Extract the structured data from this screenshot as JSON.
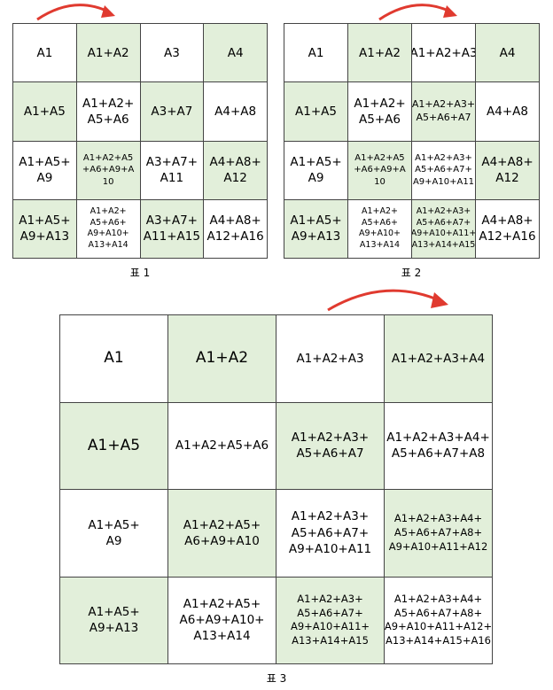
{
  "colors": {
    "accent": "#e03a2f",
    "highlight": "#e2efda",
    "plain": "#ffffff"
  },
  "tables": [
    {
      "caption": "표 1",
      "cells": [
        [
          "A1",
          "A1+A2",
          "A3",
          "A4"
        ],
        [
          "A1+A5",
          "A1+A2+\nA5+A6",
          "A3+A7",
          "A4+A8"
        ],
        [
          "A1+A5+\nA9",
          "A1+A2+A5\n+A6+A9+A\n10",
          "A3+A7+\nA11",
          "A4+A8+\nA12"
        ],
        [
          "A1+A5+\nA9+A13",
          "A1+A2+\nA5+A6+\nA9+A10+\nA13+A14",
          "A3+A7+\nA11+A15",
          "A4+A8+\nA12+A16"
        ]
      ],
      "green": [
        [
          false,
          true,
          false,
          true
        ],
        [
          true,
          false,
          true,
          false
        ],
        [
          false,
          true,
          false,
          true
        ],
        [
          true,
          false,
          true,
          false
        ]
      ]
    },
    {
      "caption": "표 2",
      "cells": [
        [
          "A1",
          "A1+A2",
          "A1+A2+A3",
          "A4"
        ],
        [
          "A1+A5",
          "A1+A2+\nA5+A6",
          "A1+A2+A3+\nA5+A6+A7",
          "A4+A8"
        ],
        [
          "A1+A5+\nA9",
          "A1+A2+A5\n+A6+A9+A\n10",
          "A1+A2+A3+\nA5+A6+A7+\nA9+A10+A11",
          "A4+A8+\nA12"
        ],
        [
          "A1+A5+\nA9+A13",
          "A1+A2+\nA5+A6+\nA9+A10+\nA13+A14",
          "A1+A2+A3+\nA5+A6+A7+\nA9+A10+A11+\nA13+A14+A15",
          "A4+A8+\nA12+A16"
        ]
      ],
      "green": [
        [
          false,
          true,
          false,
          true
        ],
        [
          true,
          false,
          true,
          false
        ],
        [
          false,
          true,
          false,
          true
        ],
        [
          true,
          false,
          true,
          false
        ]
      ]
    },
    {
      "caption": "표 3",
      "cells": [
        [
          "A1",
          "A1+A2",
          "A1+A2+A3",
          "A1+A2+A3+A4"
        ],
        [
          "A1+A5",
          "A1+A2+A5+A6",
          "A1+A2+A3+\nA5+A6+A7",
          "A1+A2+A3+A4+\nA5+A6+A7+A8"
        ],
        [
          "A1+A5+\nA9",
          "A1+A2+A5+\nA6+A9+A10",
          "A1+A2+A3+\nA5+A6+A7+\nA9+A10+A11",
          "A1+A2+A3+A4+\nA5+A6+A7+A8+\nA9+A10+A11+A12"
        ],
        [
          "A1+A5+\nA9+A13",
          "A1+A2+A5+\nA6+A9+A10+\nA13+A14",
          "A1+A2+A3+\nA5+A6+A7+\nA9+A10+A11+\nA13+A14+A15",
          "A1+A2+A3+A4+\nA5+A6+A7+A8+\nA9+A10+A11+A12+\nA13+A14+A15+A16"
        ]
      ],
      "green": [
        [
          false,
          true,
          false,
          true
        ],
        [
          true,
          false,
          true,
          false
        ],
        [
          false,
          true,
          false,
          true
        ],
        [
          true,
          false,
          true,
          false
        ]
      ]
    }
  ]
}
